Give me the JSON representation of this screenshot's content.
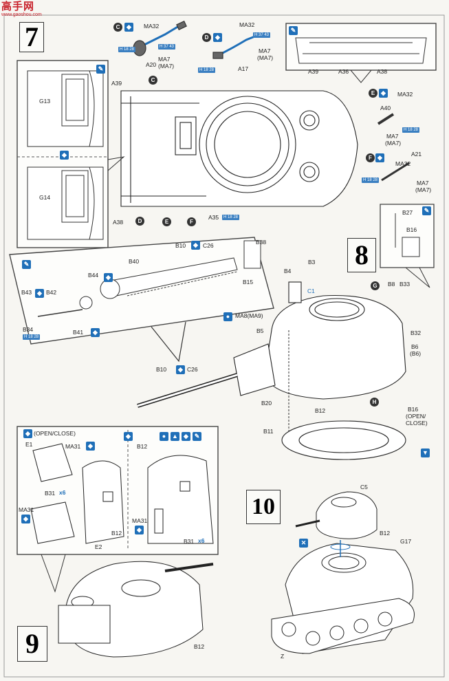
{
  "watermark": {
    "logo_text": "高手网",
    "site": "www.gaoshou.com"
  },
  "steps": {
    "s7": "7",
    "s8": "8",
    "s9": "9",
    "s10": "10"
  },
  "colors": {
    "accent": "#1f6fb8",
    "ink": "#222222",
    "paper": "#f7f6f2"
  },
  "step7": {
    "callout_c": "C",
    "callout_d": "D",
    "callout_e": "E",
    "callout_f": "F",
    "labels": {
      "ma32_1": "MA32",
      "ma7_1": "MA7",
      "ma7_1b": "(MA7)",
      "a20": "A20",
      "ma32_2": "MA32",
      "ma7_2": "MA7",
      "ma7_2b": "(MA7)",
      "a17": "A17",
      "a39_top": "A39",
      "a36_top": "A36",
      "a38_top": "A38",
      "ma32_e": "MA32",
      "a40": "A40",
      "ma7_e": "MA7",
      "ma7_eb": "(MA7)",
      "a21": "A21",
      "ma32_f": "MA32",
      "ma7_f": "MA7",
      "ma7_fb": "(MA7)",
      "a39": "A39",
      "a38": "A38",
      "a35": "A35",
      "g13": "G13",
      "g14": "G14"
    },
    "hbadges": {
      "h1": "H 18 28",
      "h2": "H 37 43",
      "h3": "H 37 43",
      "h4": "H 18 28",
      "h5": "H 18 28",
      "h6": "H 18 28",
      "h7": "H 18 28"
    }
  },
  "step8": {
    "labels": {
      "b10": "B10",
      "c26": "C26",
      "b38": "B38",
      "b40": "B40",
      "b15": "B15",
      "b44": "B44",
      "b43": "B43",
      "b42": "B42",
      "b34": "B34",
      "b41": "B41",
      "b10b": "B10",
      "c26b": "C26",
      "b3": "B3",
      "b4": "B4",
      "c1": "C1",
      "ma8": "MA8(MA9)",
      "b5": "B5",
      "b8": "B8",
      "b33": "B33",
      "b32": "B32",
      "b6": "B6",
      "b6b": "(B6)",
      "b20": "B20",
      "b12": "B12",
      "b11": "B11",
      "b16": "B16",
      "open_close": "(OPEN/",
      "close": "CLOSE)",
      "b27": "B27",
      "b16_inset": "B16"
    },
    "callout_g": "G",
    "callout_h": "H",
    "hbadge": "H 18 28"
  },
  "step9": {
    "labels": {
      "open_close": "(OPEN/CLOSE)",
      "e1": "E1",
      "ma31_a": "MA31",
      "b31_a": "B31",
      "x6_a": "x6",
      "ma31_b": "MA31",
      "e2": "E2",
      "b12_a": "B12",
      "b12_b": "B12",
      "ma31_c": "MA31",
      "b31_c": "B31",
      "x6_c": "x6",
      "b12_main": "B12"
    }
  },
  "step10": {
    "labels": {
      "c5": "C5",
      "b12": "B12",
      "g17": "G17",
      "z": "Z"
    }
  }
}
